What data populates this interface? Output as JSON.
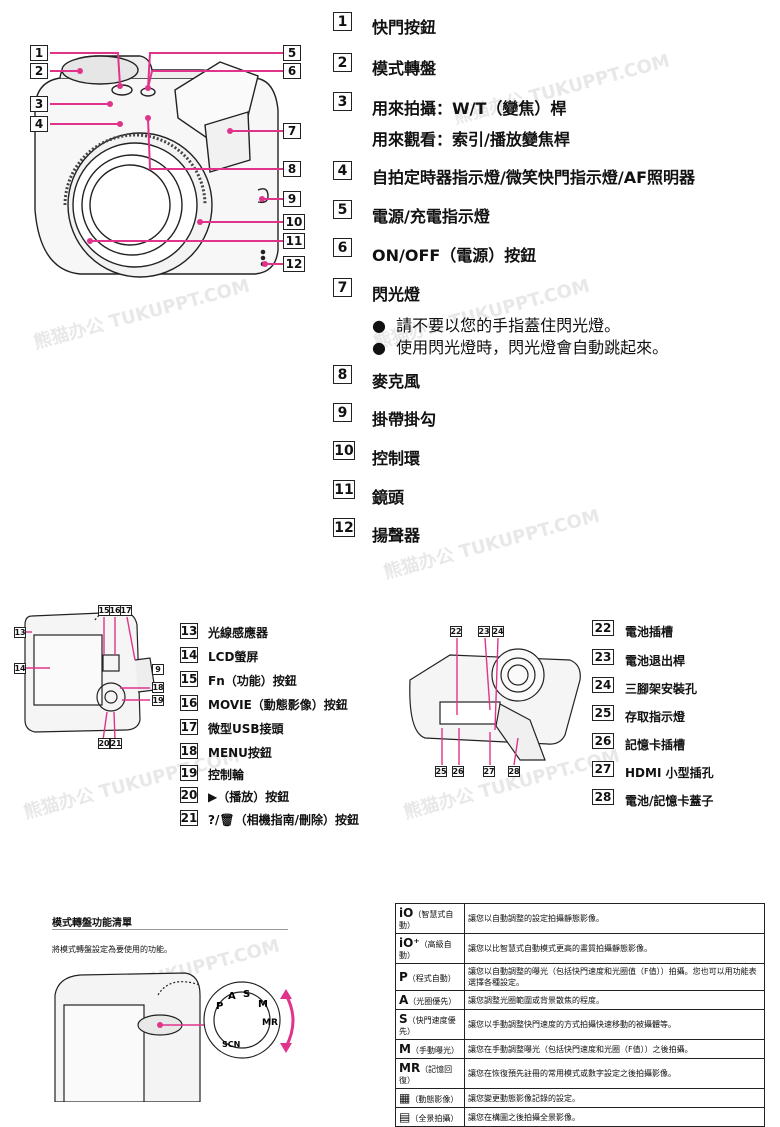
{
  "top_list": [
    {
      "num": "1",
      "lines": [
        "快門按鈕"
      ]
    },
    {
      "num": "2",
      "lines": [
        "模式轉盤"
      ]
    },
    {
      "num": "3",
      "lines": [
        "用來拍攝：W/T（變焦）桿",
        "用來觀看：索引/播放變焦桿"
      ]
    },
    {
      "num": "4",
      "lines": [
        "自拍定時器指示燈/微笑快門指示燈/AF照明器"
      ]
    },
    {
      "num": "5",
      "lines": [
        "電源/充電指示燈"
      ]
    },
    {
      "num": "6",
      "lines": [
        "ON/OFF（電源）按鈕"
      ]
    },
    {
      "num": "7",
      "lines": [
        "閃光燈"
      ]
    },
    {
      "num": "8",
      "lines": [
        "麥克風"
      ]
    },
    {
      "num": "9",
      "lines": [
        "掛帶掛勾"
      ]
    },
    {
      "num": "10",
      "lines": [
        "控制環"
      ]
    },
    {
      "num": "11",
      "lines": [
        "鏡頭"
      ]
    },
    {
      "num": "12",
      "lines": [
        "揚聲器"
      ]
    }
  ],
  "flash_bullets": [
    "請不要以您的手指蓋住閃光燈。",
    "使用閃光燈時，閃光燈會自動跳起來。"
  ],
  "rear_list": [
    {
      "num": "13",
      "label": "光線感應器"
    },
    {
      "num": "14",
      "label": "LCD螢屏"
    },
    {
      "num": "15",
      "label": "Fn（功能）按鈕"
    },
    {
      "num": "16",
      "label": "MOVIE（動態影像）按鈕"
    },
    {
      "num": "17",
      "label": "微型USB接頭"
    },
    {
      "num": "18",
      "label": "MENU按鈕"
    },
    {
      "num": "19",
      "label": "控制輪"
    },
    {
      "num": "20",
      "label": "▶（播放）按鈕"
    },
    {
      "num": "21",
      "label": "?/🗑（相機指南/刪除）按鈕"
    }
  ],
  "bottom_list": [
    {
      "num": "22",
      "label": "電池插槽"
    },
    {
      "num": "23",
      "label": "電池退出桿"
    },
    {
      "num": "24",
      "label": "三腳架安裝孔"
    },
    {
      "num": "25",
      "label": "存取指示燈"
    },
    {
      "num": "26",
      "label": "記憶卡插槽"
    },
    {
      "num": "27",
      "label": "HDMI 小型插孔"
    },
    {
      "num": "28",
      "label": "電池/記憶卡蓋子"
    }
  ],
  "mode_section": {
    "title": "模式轉盤功能清單",
    "subtitle": "將模式轉盤設定為要使用的功能。",
    "rows": [
      {
        "mode": "iO",
        "mode_desc": "（智慧式自動）",
        "desc": "讓您以自動調整的設定拍攝靜態影像。"
      },
      {
        "mode": "iO⁺",
        "mode_desc": "（高級自動）",
        "desc": "讓您以比智慧式自動模式更高的畫質拍攝靜態影像。"
      },
      {
        "mode": "P",
        "mode_desc": "（程式自動）",
        "desc": "讓您以自動調整的曝光（包括快門速度和光圈值（F值））拍攝。您也可以用功能表選擇各種設定。"
      },
      {
        "mode": "A",
        "mode_desc": "（光圈優先）",
        "desc": "讓您調整光圈範圍或背景散焦的程度。"
      },
      {
        "mode": "S",
        "mode_desc": "（快門速度優先）",
        "desc": "讓您以手動調整快門速度的方式拍攝快速移動的被攝體等。"
      },
      {
        "mode": "M",
        "mode_desc": "（手動曝光）",
        "desc": "讓您在手動調整曝光（包括快門速度和光圈（F值））之後拍攝。"
      },
      {
        "mode": "MR",
        "mode_desc": "（記憶回復）",
        "desc": "讓您在恢復預先註冊的常用模式或數字設定之後拍攝影像。"
      },
      {
        "mode": "▦",
        "mode_desc": "（動態影像）",
        "desc": "讓您變更動態影像記錄的設定。"
      },
      {
        "mode": "▤",
        "mode_desc": "（全景拍攝）",
        "desc": "讓您在構圖之後拍攝全景影像。"
      }
    ]
  },
  "dial_labels": [
    "P",
    "A",
    "S",
    "M",
    "MR",
    "SCN"
  ],
  "watermarks": [
    "熊猫办公 TUKUPPT.COM"
  ]
}
